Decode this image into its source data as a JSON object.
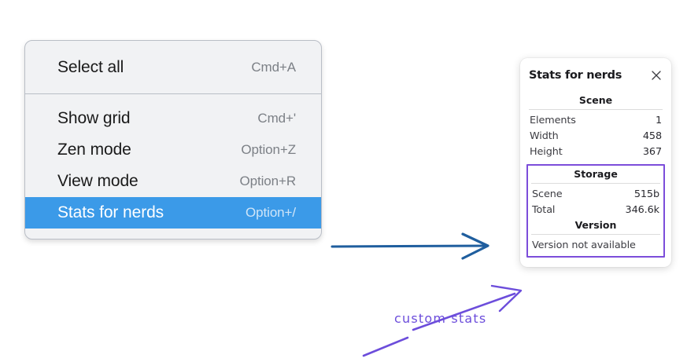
{
  "menu": {
    "sections": [
      {
        "items": [
          {
            "label": "Select all",
            "shortcut": "Cmd+A",
            "selected": false
          }
        ]
      },
      {
        "items": [
          {
            "label": "Show grid",
            "shortcut": "Cmd+'",
            "selected": false
          },
          {
            "label": "Zen mode",
            "shortcut": "Option+Z",
            "selected": false
          },
          {
            "label": "View mode",
            "shortcut": "Option+R",
            "selected": false
          },
          {
            "label": "Stats for nerds",
            "shortcut": "Option+/",
            "selected": true
          }
        ]
      }
    ],
    "items": {
      "select_all": {
        "label": "Select all",
        "shortcut": "Cmd+A"
      },
      "show_grid": {
        "label": "Show grid",
        "shortcut": "Cmd+'"
      },
      "zen_mode": {
        "label": "Zen mode",
        "shortcut": "Option+Z"
      },
      "view_mode": {
        "label": "View mode",
        "shortcut": "Option+R"
      },
      "stats_for_nerds": {
        "label": "Stats for nerds",
        "shortcut": "Option+/"
      }
    },
    "highlight_color": "#3b9ae8"
  },
  "stats_panel": {
    "title": "Stats for nerds",
    "close_icon": "close-icon",
    "scene": {
      "heading": "Scene",
      "rows": [
        {
          "label": "Elements",
          "value": "1"
        },
        {
          "label": "Width",
          "value": "458"
        },
        {
          "label": "Height",
          "value": "367"
        }
      ]
    },
    "storage": {
      "heading": "Storage",
      "rows": [
        {
          "label": "Scene",
          "value": "515b"
        },
        {
          "label": "Total",
          "value": "346.6k"
        }
      ]
    },
    "version": {
      "heading": "Version",
      "text": "Version not available"
    },
    "custom_box_color": "#7c4dda"
  },
  "annotations": {
    "blue_arrow": {
      "name": "blue-arrow",
      "color": "#1f5e9e"
    },
    "purple_label": {
      "text": "custom stats",
      "color": "#6c4ddb"
    }
  }
}
